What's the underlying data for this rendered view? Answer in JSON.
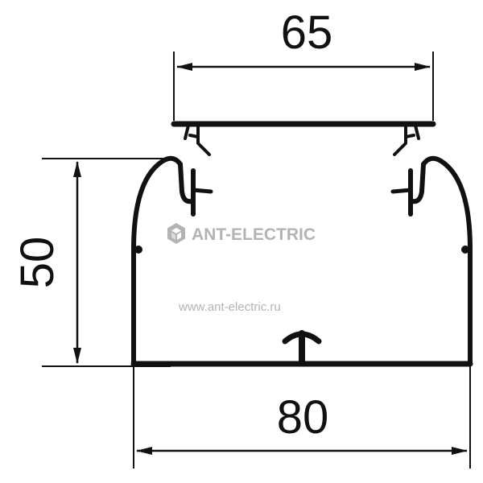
{
  "dimensions": {
    "top_width": "65",
    "bottom_width": "80",
    "height": "50"
  },
  "watermark": {
    "brand": "ANT-ELECTRIC",
    "url": "www.ant-electric.ru",
    "logo_icon": "hexagon-cube-icon"
  },
  "colors": {
    "line": "#111111",
    "watermark": "#b3b3b3"
  }
}
